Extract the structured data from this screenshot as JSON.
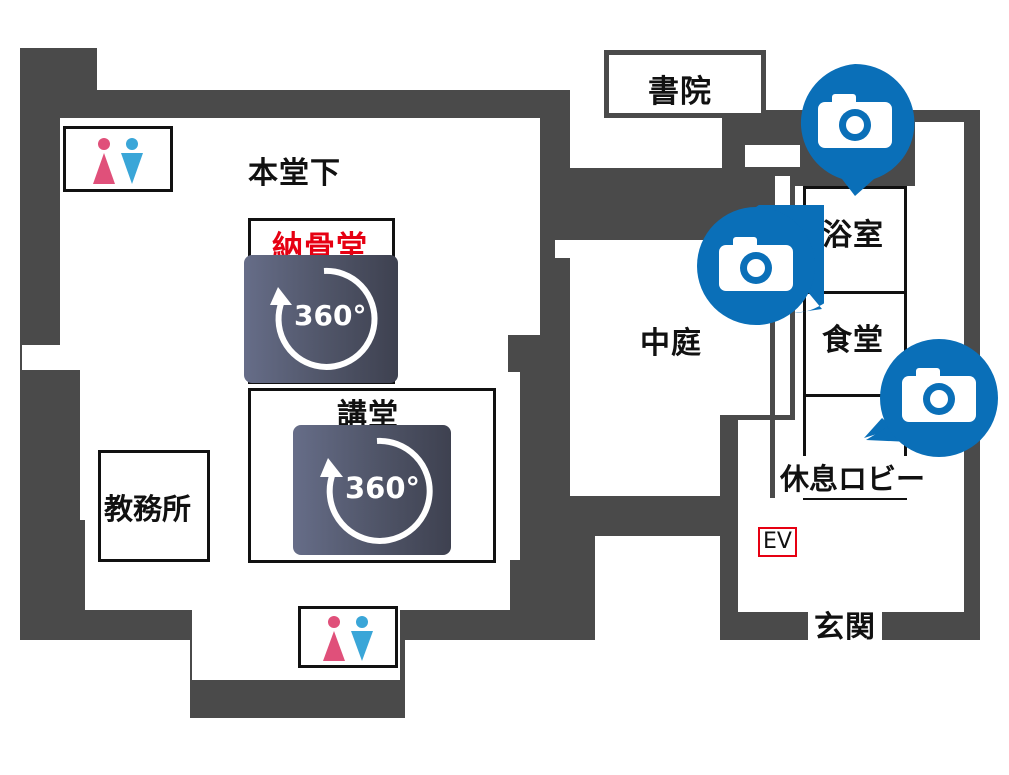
{
  "map": {
    "rooms": {
      "hondo_shita": "本堂下",
      "nokotsudo": "納骨堂",
      "kodo": "講堂",
      "kyomusho": "教務所",
      "shoin": "書院",
      "nakaniwa": "中庭",
      "yokushitsu": "浴室",
      "shokudo": "食堂",
      "kyusoku_lobby": "休息ロビー",
      "ev": "EV",
      "genkan": "玄関"
    },
    "view360": {
      "nokotsudo_label": "360°",
      "kodo_label": "360°"
    },
    "icons": {
      "restroom": "restroom-icon",
      "camera": "camera-icon",
      "rotate": "rotate-360-icon"
    },
    "colors": {
      "wall": "#4a4a4a",
      "camera_pin": "#0a6fb8",
      "nokotsudo_label": "#e60012",
      "ev_border": "#e60012",
      "female": "#e0507a",
      "male": "#3aa6d8"
    }
  }
}
